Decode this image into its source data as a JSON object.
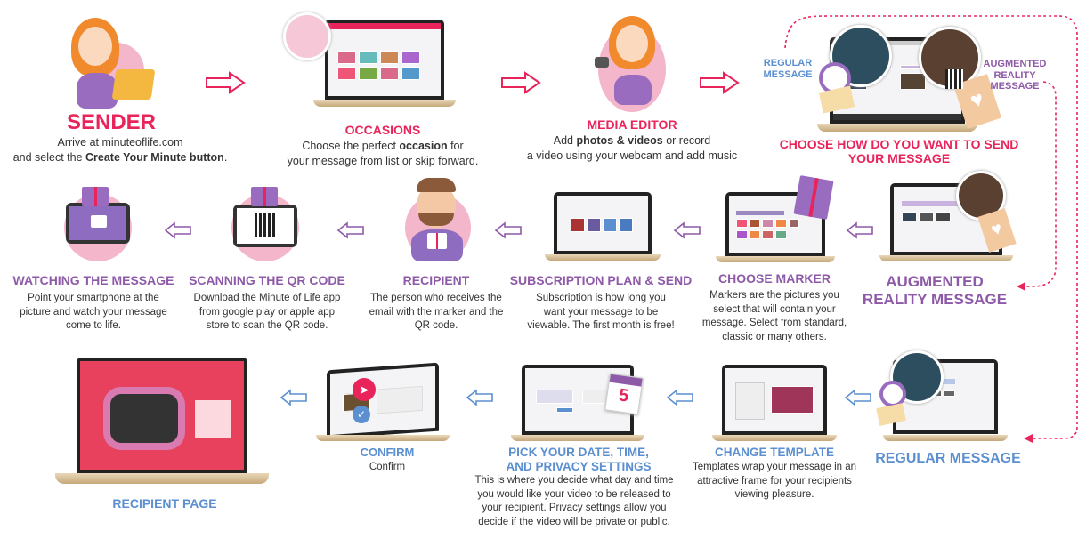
{
  "steps": {
    "sender": {
      "title": "SENDER",
      "line1": "Arrive at minuteoflife.com",
      "line2_pre": "and select the ",
      "line2_bold": "Create Your Minute button",
      "line2_post": "."
    },
    "occasions": {
      "title": "OCCASIONS",
      "line1_pre": "Choose the perfect ",
      "line1_bold": "occasion",
      "line1_post": " for",
      "line2": "your message from list or skip forward."
    },
    "media_editor": {
      "title": "MEDIA EDITOR",
      "line1_pre": "Add ",
      "line1_bold": "photos & videos",
      "line1_post": " or record",
      "line2": "a video using your webcam and add music"
    },
    "choose_send": {
      "title": "CHOOSE HOW DO YOU WANT TO SEND YOUR MESSAGE",
      "label_regular": "REGULAR MESSAGE",
      "label_ar": "AUGMENTED REALITY MESSAGE"
    },
    "watching": {
      "title": "WATCHING THE MESSAGE",
      "desc": "Point your smartphone at the picture and watch your message come to life."
    },
    "scanning": {
      "title": "SCANNING THE QR CODE",
      "desc": "Download the Minute of Life app from google play or apple app store to scan the QR code."
    },
    "recipient": {
      "title": "RECIPIENT",
      "desc": "The person who receives the email with the marker and the QR code."
    },
    "subscription": {
      "title": "SUBSCRIPTION PLAN & SEND",
      "desc": "Subscription is how long you want your message to be viewable. The first month is free!"
    },
    "marker": {
      "title": "CHOOSE MARKER",
      "desc": "Markers are the pictures you select that will contain your message. Select from standard, classic or many others."
    },
    "ar_message": {
      "title": "AUGMENTED REALITY MESSAGE"
    },
    "recipient_page": {
      "title": "RECIPIENT PAGE"
    },
    "confirm": {
      "title": "CONFIRM",
      "desc": "Confirm"
    },
    "pick_date": {
      "title": "PICK YOUR DATE, TIME, AND PRIVACY SETTINGS",
      "desc": "This is where you decide what day and time you would like your video to be released to your recipient. Privacy settings allow you decide if the video will be private or public.",
      "calendar_day": "5"
    },
    "template": {
      "title": "CHANGE TEMPLATE",
      "desc": "Templates wrap your message in an attractive frame for your recipients viewing pleasure."
    },
    "regular_message": {
      "title": "REGULAR MESSAGE"
    }
  },
  "colors": {
    "pink": "#e8245a",
    "purple": "#8e5aa8",
    "blue": "#5b8fd0"
  }
}
